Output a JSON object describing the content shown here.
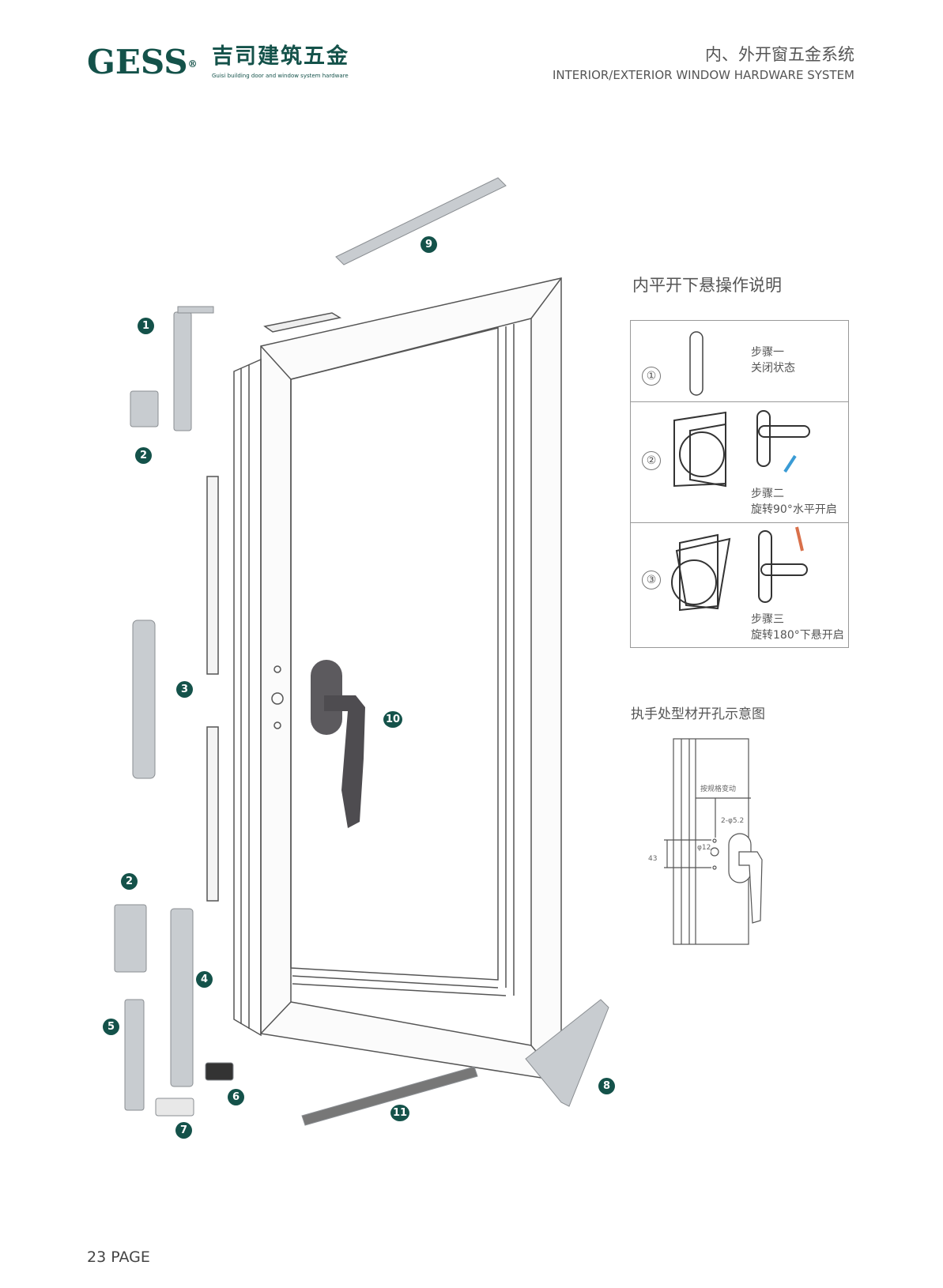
{
  "header": {
    "logo_text": "GESS",
    "logo_registered": "®",
    "brand_cn": "吉司建筑五金",
    "brand_sub": "Guisi building door and window system hardware",
    "title_cn": "内、外开窗五金系统",
    "title_en": "INTERIOR/EXTERIOR WINDOW HARDWARE SYSTEM"
  },
  "parts": [
    "1",
    "2",
    "3",
    "2",
    "4",
    "5",
    "6",
    "7",
    "8",
    "9",
    "10",
    "11"
  ],
  "operation": {
    "title": "内平开下悬操作说明",
    "steps": [
      {
        "num": "①",
        "label": "步骤一",
        "desc": "关闭状态"
      },
      {
        "num": "②",
        "label": "步骤二",
        "desc": "旋转90°水平开启"
      },
      {
        "num": "③",
        "label": "步骤三",
        "desc": "旋转180°下悬开启"
      }
    ],
    "arrow_colors": {
      "step2": "#3a9bd5",
      "step3": "#d9704a"
    }
  },
  "hole_diagram": {
    "title": "执手处型材开孔示意图",
    "note": "按规格变动",
    "dim_holes": "2-φ5.2",
    "dim_center": "φ12",
    "dim_spacing": "43"
  },
  "footer": {
    "page": "23 PAGE"
  },
  "colors": {
    "brand": "#14524a"
  }
}
